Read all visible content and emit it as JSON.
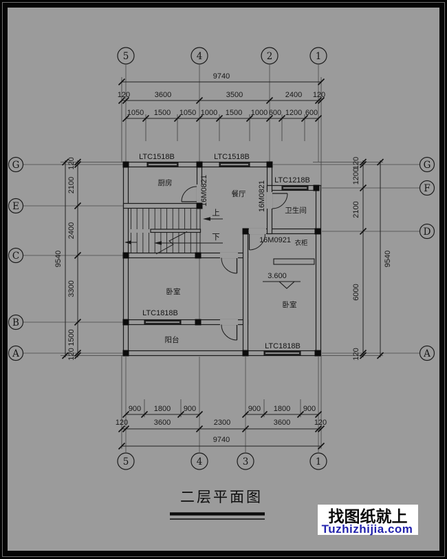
{
  "colors": {
    "canvas": "#9b9b9b",
    "line": "#1b1b1b",
    "watermark_bg": "#ffffff",
    "watermark_text": "#0b0b0b",
    "watermark_link": "#2323ad"
  },
  "axes": {
    "top": [
      "5",
      "4",
      "2",
      "1"
    ],
    "bottom": [
      "5",
      "4",
      "3",
      "1"
    ],
    "left": [
      "G",
      "E",
      "C",
      "B",
      "A"
    ],
    "right": [
      "G",
      "F",
      "D",
      "A"
    ]
  },
  "dims": {
    "top": {
      "overall": "9740",
      "bays": [
        "120",
        "3600",
        "3500",
        "2400",
        "120"
      ],
      "detail": [
        "1050",
        "1500",
        "1050",
        "1000",
        "1500",
        "1000",
        "600",
        "1200",
        "600"
      ]
    },
    "bottom": {
      "detail": [
        "900",
        "1800",
        "900",
        "900",
        "1800",
        "900"
      ],
      "bays": [
        "120",
        "3600",
        "2300",
        "3600",
        "120"
      ],
      "overall": "9740"
    },
    "left": {
      "bays": [
        "120",
        "2100",
        "2400",
        "3300",
        "1500",
        "120"
      ],
      "overall": "9540"
    },
    "right": {
      "bays": [
        "120",
        "1200",
        "2100",
        "6000",
        "120"
      ],
      "overall": "9540"
    }
  },
  "rooms": {
    "kitchen": "厨房",
    "dining": "餐厅",
    "bathroom": "卫生间",
    "closet": "衣柜",
    "bedroom_left": "卧室",
    "bedroom_right": "卧室",
    "balcony": "阳台"
  },
  "tags": {
    "lintel_a": "LTC1518B",
    "lintel_b": "LTC1518B",
    "lintel_bath": "LTC1218B",
    "window_balcony": "LTC1818B",
    "window_bedroom": "LTC1818B",
    "door_kitchen": "16M0821",
    "door_bath": "16M0821",
    "door_bedroom": "16M0921"
  },
  "stairs": {
    "up": "上",
    "down": "下"
  },
  "level_mark": "3.600",
  "title": "二层平面图",
  "watermark": {
    "line1": "找图纸就上",
    "line2": "Tuzhizhijia.com"
  }
}
